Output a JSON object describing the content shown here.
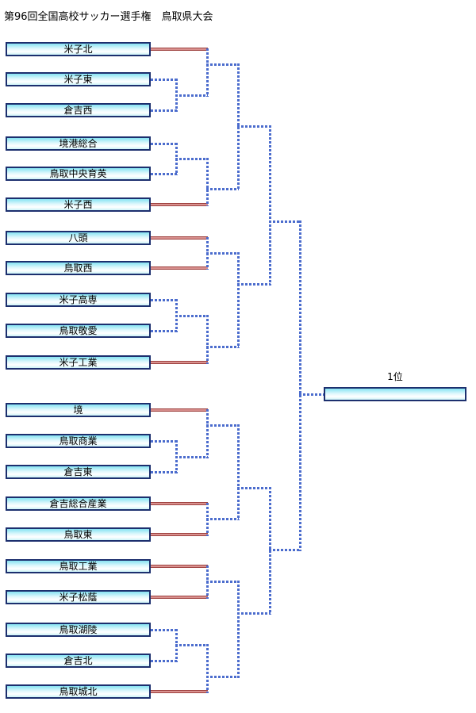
{
  "title": "第96回全国高校サッカー選手権　鳥取県大会",
  "final": {
    "label": "1位",
    "winner": ""
  },
  "colors": {
    "box_border": "#1c2f6e",
    "box_fill": "#86e3f2",
    "solid_line": "#9e4240",
    "dotted_line": "#4b6ccd"
  },
  "teams": [
    {
      "name": "米子北",
      "line_style": "solid-red"
    },
    {
      "name": "米子東",
      "line_style": "dotted-blue"
    },
    {
      "name": "倉吉西",
      "line_style": "dotted-blue"
    },
    {
      "name": "境港総合",
      "line_style": "dotted-blue"
    },
    {
      "name": "鳥取中央育英",
      "line_style": "dotted-blue"
    },
    {
      "name": "米子西",
      "line_style": "solid-red"
    },
    {
      "name": "八頭",
      "line_style": "solid-red"
    },
    {
      "name": "鳥取西",
      "line_style": "solid-red"
    },
    {
      "name": "米子高専",
      "line_style": "dotted-blue"
    },
    {
      "name": "鳥取敬愛",
      "line_style": "dotted-blue"
    },
    {
      "name": "米子工業",
      "line_style": "solid-red"
    },
    {
      "name": "境",
      "line_style": "solid-red"
    },
    {
      "name": "鳥取商業",
      "line_style": "dotted-blue"
    },
    {
      "name": "倉吉東",
      "line_style": "dotted-blue"
    },
    {
      "name": "倉吉総合産業",
      "line_style": "solid-red"
    },
    {
      "name": "鳥取東",
      "line_style": "solid-red"
    },
    {
      "name": "鳥取工業",
      "line_style": "solid-red"
    },
    {
      "name": "米子松蔭",
      "line_style": "solid-red"
    },
    {
      "name": "鳥取湖陵",
      "line_style": "dotted-blue"
    },
    {
      "name": "倉吉北",
      "line_style": "dotted-blue"
    },
    {
      "name": "鳥取城北",
      "line_style": "solid-red"
    }
  ],
  "bracket": {
    "play_in_matches": [
      [
        "米子東",
        "倉吉西"
      ],
      [
        "境港総合",
        "鳥取中央育英"
      ],
      [
        "米子高専",
        "鳥取敬愛"
      ],
      [
        "鳥取商業",
        "倉吉東"
      ],
      [
        "鳥取湖陵",
        "倉吉北"
      ]
    ]
  }
}
